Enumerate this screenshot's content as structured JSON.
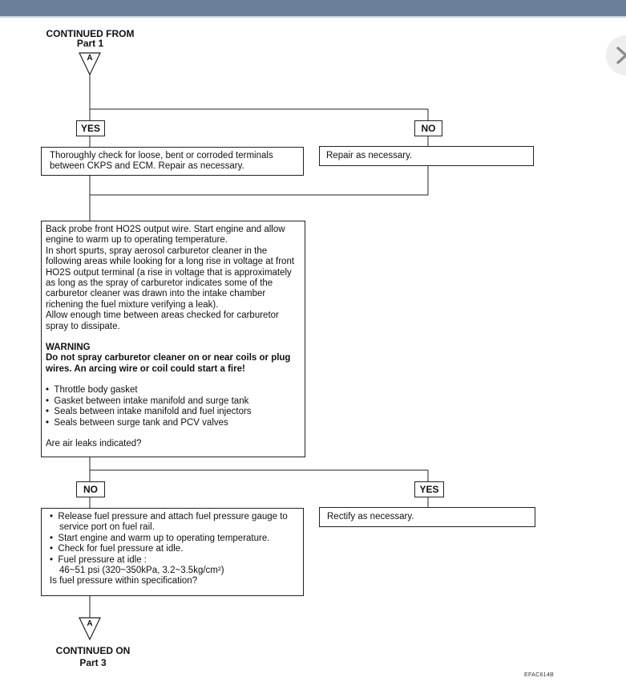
{
  "header": {
    "continued_from": "CONTINUED FROM",
    "from_part": "Part 1",
    "connector_letter": "A"
  },
  "branch1": {
    "yes_label": "YES",
    "no_label": "NO",
    "yes_text": "Thoroughly check for loose, bent or corroded terminals between CKPS and ECM. Repair as necessary.",
    "no_text": "Repair as necessary."
  },
  "main_step": {
    "intro": [
      "Back probe front HO2S output wire. Start engine and allow engine to warm up to operating temperature.",
      "In short spurts, spray aerosol carburetor cleaner in the following areas while looking for a long rise in voltage at front HO2S output terminal (a rise in voltage that is approximately as long as the spray of carburetor indicates some of the carburetor cleaner was drawn into the intake chamber richening the fuel mixture verifying a leak).",
      "Allow enough time between areas checked for carburetor spray to dissipate."
    ],
    "warning_title": "WARNING",
    "warning_text": "Do not spray carburetor cleaner on or near coils or plug wires. An arcing wire or coil could start a fire!",
    "bullets": [
      "Throttle body gasket",
      "Gasket between intake manifold and surge tank",
      "Seals between intake manifold and fuel injectors",
      "Seals between surge tank and PCV valves"
    ],
    "question": "Are air leaks indicated?"
  },
  "branch2": {
    "no_label": "NO",
    "yes_label": "YES",
    "no_bullets": [
      "Release fuel pressure and attach fuel pressure gauge to service port on fuel rail.",
      "Start engine and warm up to operating temperature.",
      "Check for fuel pressure at idle.",
      "Fuel pressure at idle :"
    ],
    "spec": "46~51 psi (320~350kPa, 3.2~3.5kg/cm²)",
    "question": "Is fuel pressure within specification?",
    "yes_text": "Rectify as necessary."
  },
  "footer": {
    "connector_letter": "A",
    "continued_on": "CONTINUED ON",
    "on_part": "Part 3",
    "figure_code": "EFAC614B"
  }
}
